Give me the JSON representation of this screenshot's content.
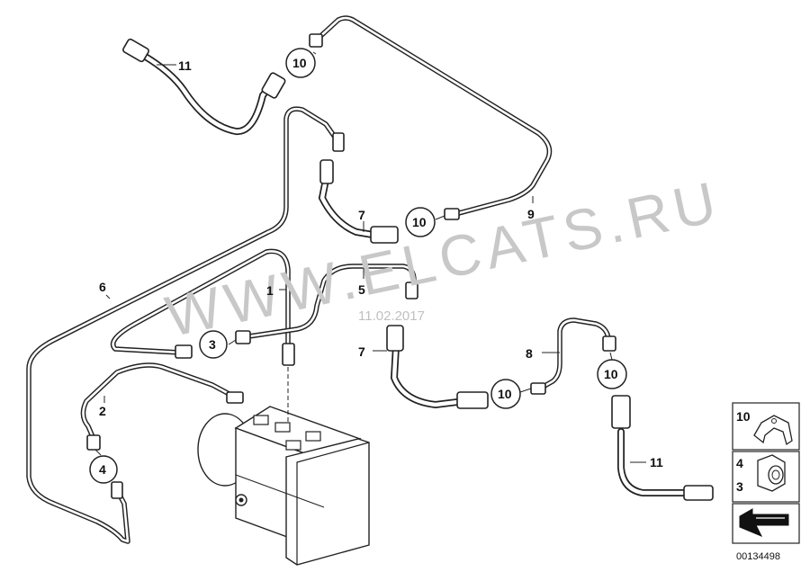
{
  "watermark": {
    "text": "WWW.ELCATS.RU",
    "date": "11.02.2017"
  },
  "diagram_id": "00134498",
  "callouts": {
    "c1": "1",
    "c2": "2",
    "c3": "3",
    "c4": "4",
    "c5": "5",
    "c6": "6",
    "c7a": "7",
    "c7b": "7",
    "c8": "8",
    "c9": "9",
    "c10a": "10",
    "c10b": "10",
    "c10c": "10",
    "c10d": "10",
    "c11a": "11",
    "c11b": "11"
  },
  "legend": {
    "row1": {
      "label": "10"
    },
    "row2": {
      "label_top": "4",
      "label_bottom": "3"
    }
  }
}
